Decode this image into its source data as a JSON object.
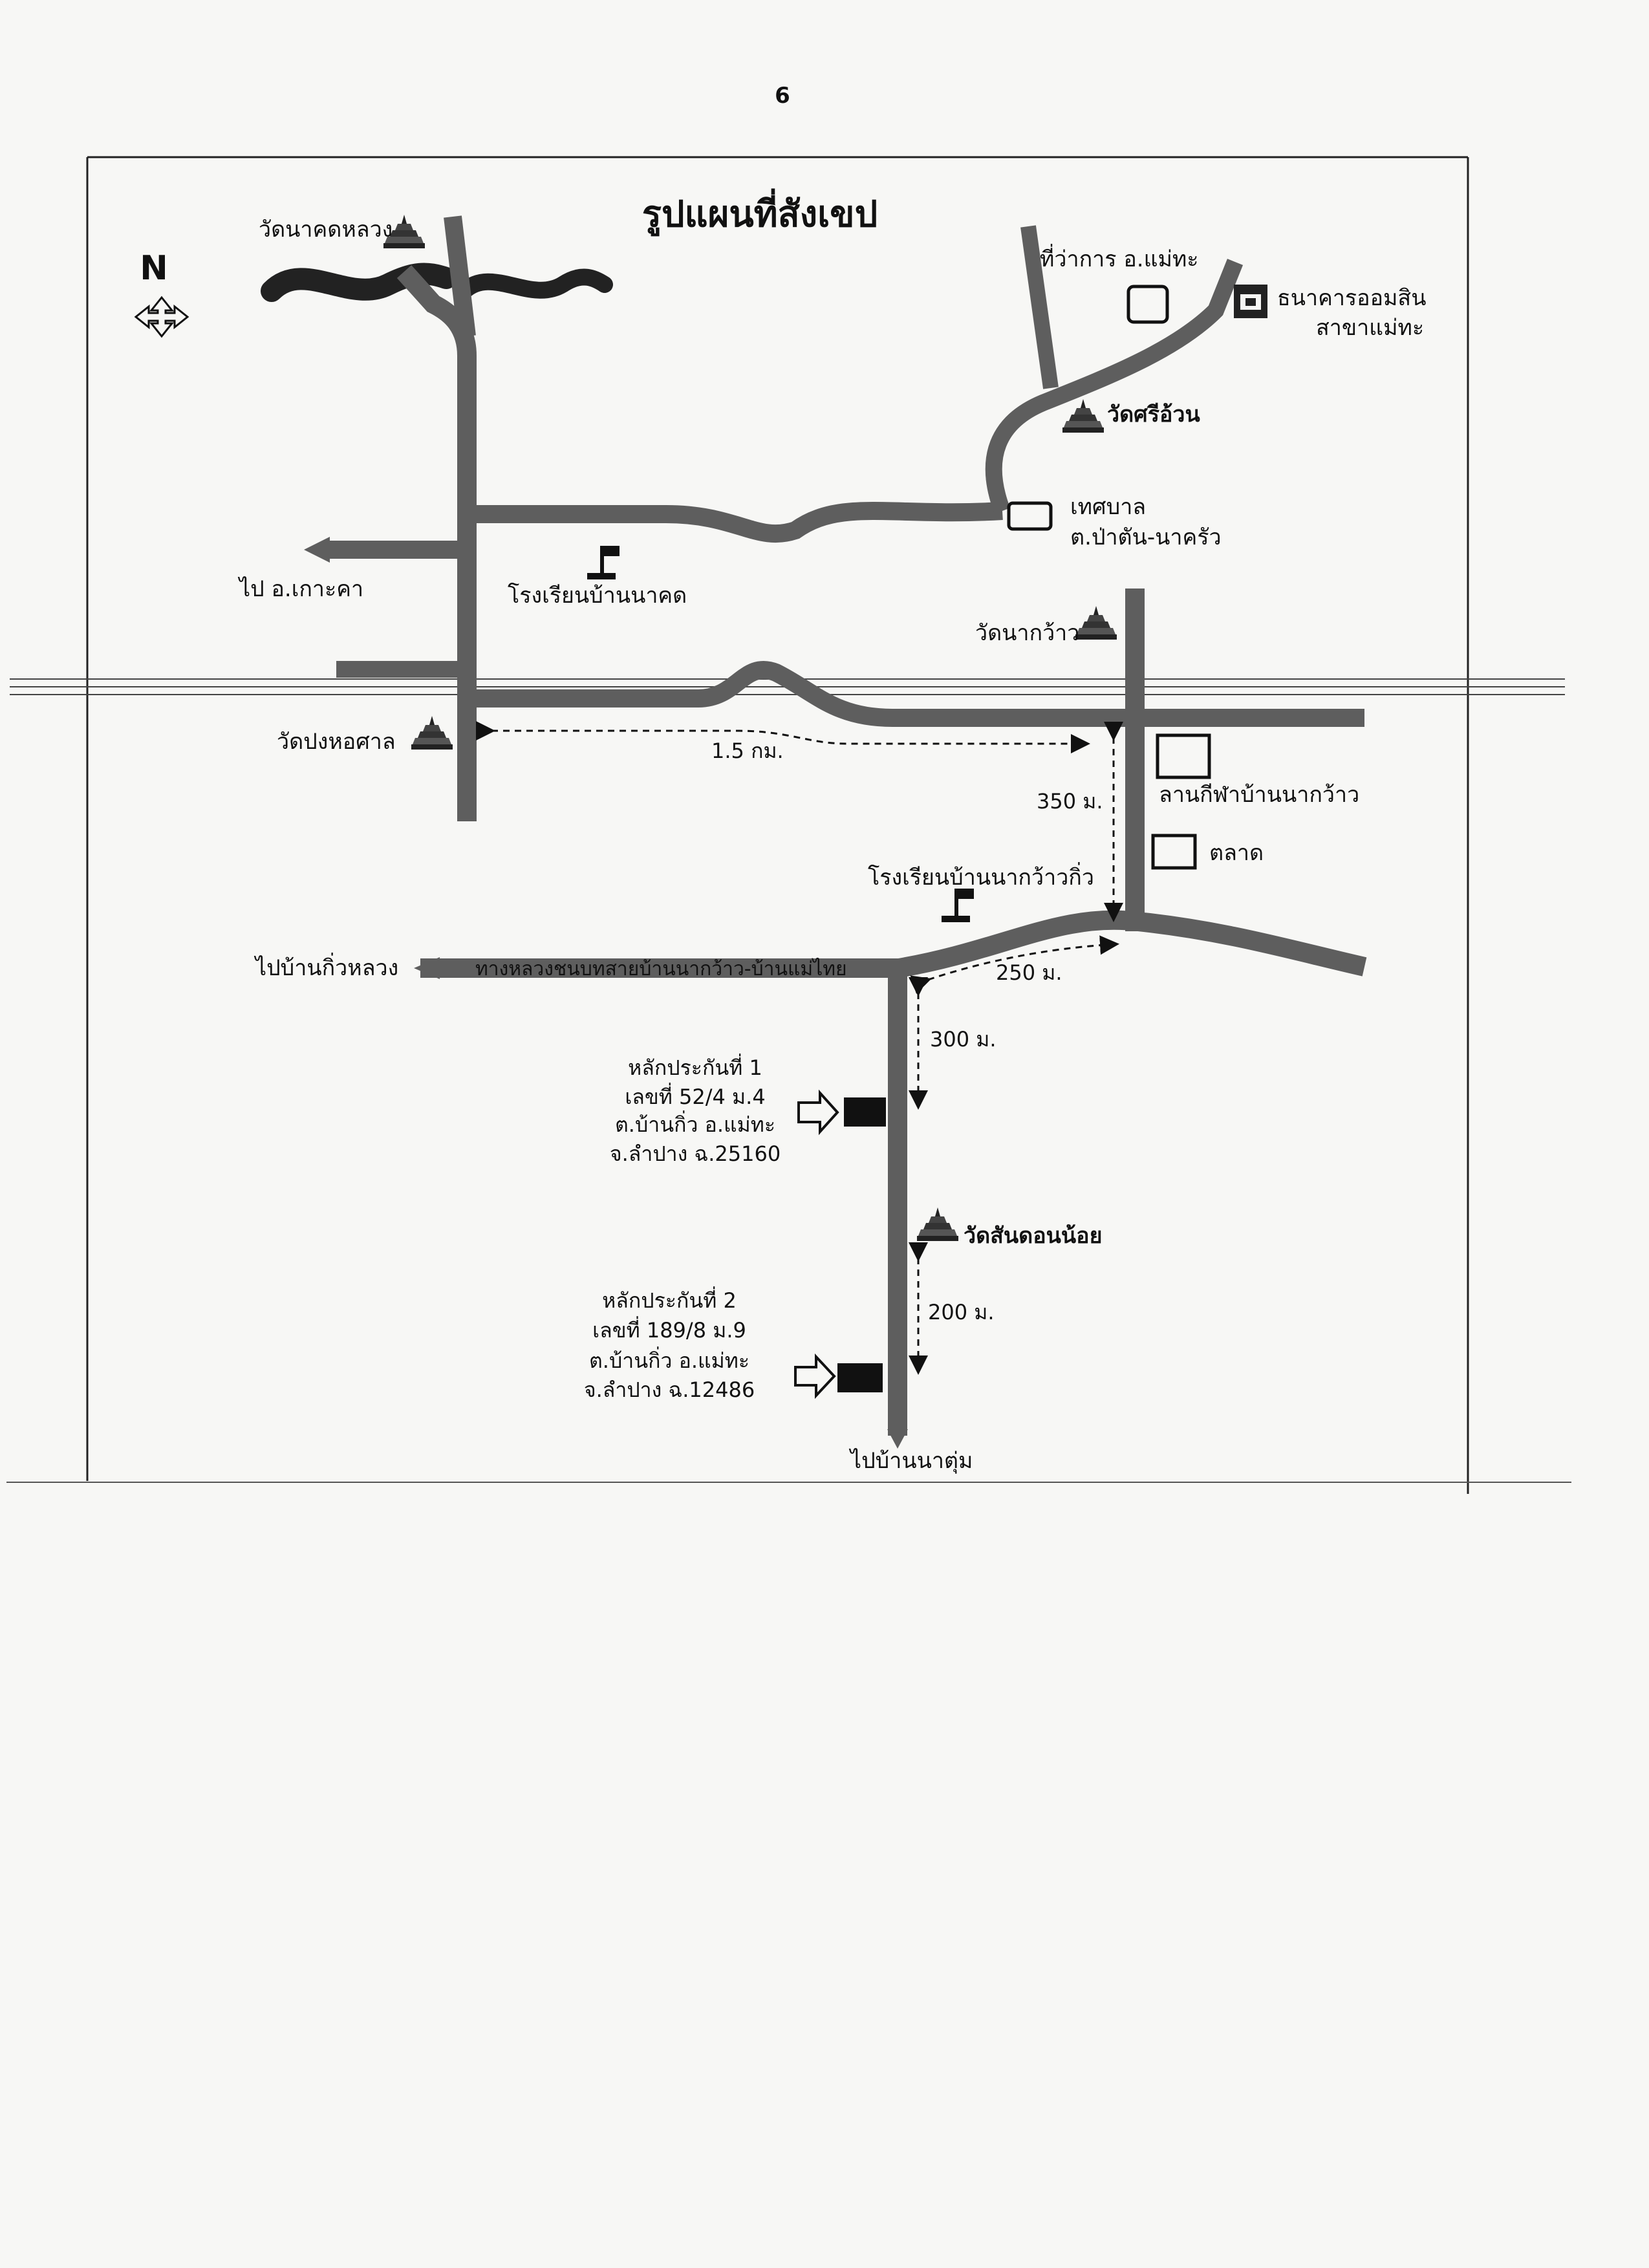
{
  "page_number": "6",
  "map": {
    "title": "รูปแผนที่สังเขป",
    "north_label": "N",
    "landmarks": {
      "wat_nakhot_luang": "วัดนาคดหลวง",
      "district_office": "ที่ว่าการ อ.แม่ทะ",
      "gsb_bank_line1": "ธนาคารออมสิน",
      "gsb_bank_line2": "สาขาแม่ทะ",
      "wat_si_uan": "วัดศรีอ้วน",
      "municipality_line1": "เทศบาล",
      "municipality_line2": "ต.ป่าตัน-นาครัว",
      "to_ko_kha": "ไป อ.เกาะคา",
      "school_nakhot": "โรงเรียนบ้านนาคด",
      "wat_nakwao": "วัดนากว้าว",
      "wat_pong_hosan": "วัดปงหอศาล",
      "stadium": "ลานกีฬาบ้านนากว้าว",
      "market": "ตลาด",
      "school_nakwao_kio": "โรงเรียนบ้านนากว้าวกิ่ว",
      "to_ban_kio_luang": "ไปบ้านกิ่วหลวง",
      "highway_label": "ทางหลวงชนบทสายบ้านนากว้าว-บ้านแม่ไทย",
      "wat_san_don_noi": "วัดสันดอนน้อย",
      "to_ban_na_tum": "ไปบ้านนาตุ่ม"
    },
    "distances": {
      "d_1_5km": "1.5 กม.",
      "d_350m": "350 ม.",
      "d_250m": "250 ม.",
      "d_300m": "300 ม.",
      "d_200m": "200 ม."
    },
    "collateral_1": {
      "line1": "หลักประกันที่ 1",
      "line2": "เลขที่ 52/4  ม.4",
      "line3": "ต.บ้านกิ่ว อ.แม่ทะ",
      "line4": "จ.ลำปาง ฉ.25160"
    },
    "collateral_2": {
      "line1": "หลักประกันที่ 2",
      "line2": "เลขที่ 189/8  ม.9",
      "line3": "ต.บ้านกิ่ว อ.แม่ทะ",
      "line4": "จ.ลำปาง   ฉ.12486"
    },
    "colors": {
      "road": "#5e5e5e",
      "road_edge": "#3a3a3a",
      "ink": "#111111",
      "paper": "#f7f7f5"
    }
  }
}
